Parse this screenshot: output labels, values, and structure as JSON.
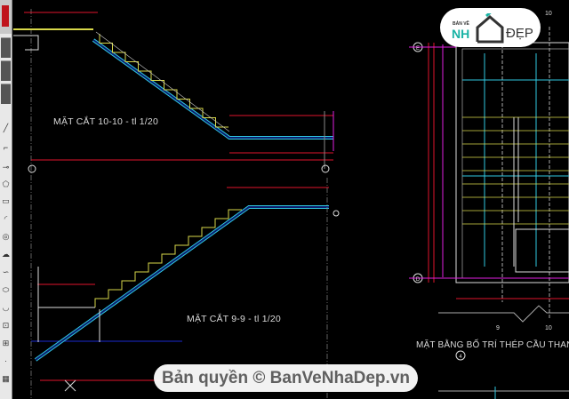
{
  "drawing": {
    "section_10_title": "MẶT CẮT 10-10 - tl 1/20",
    "section_9_title": "MẶT CẮT 9-9 - tl 1/20",
    "plan_title": "MẶT BẰNG BỐ TRÍ THÉP CẦU THANG",
    "axis_labels": {
      "e": "E",
      "d": "D",
      "four": "4",
      "nine": "9",
      "ten_bottom": "10",
      "ten_top": "10"
    }
  },
  "watermark": {
    "logo_small": "BẢN VẼ",
    "logo_nh": "NH",
    "logo_dep": "ĐẸP",
    "copyright": "Bản quyền © BanVeNhaDep.vn"
  },
  "colors": {
    "background": "#000000",
    "dimension": "#e0142c",
    "stair": "#d8d84a",
    "rebar": "#30c8e0",
    "grid": "#e020e0",
    "text": "#d8d8d8"
  }
}
